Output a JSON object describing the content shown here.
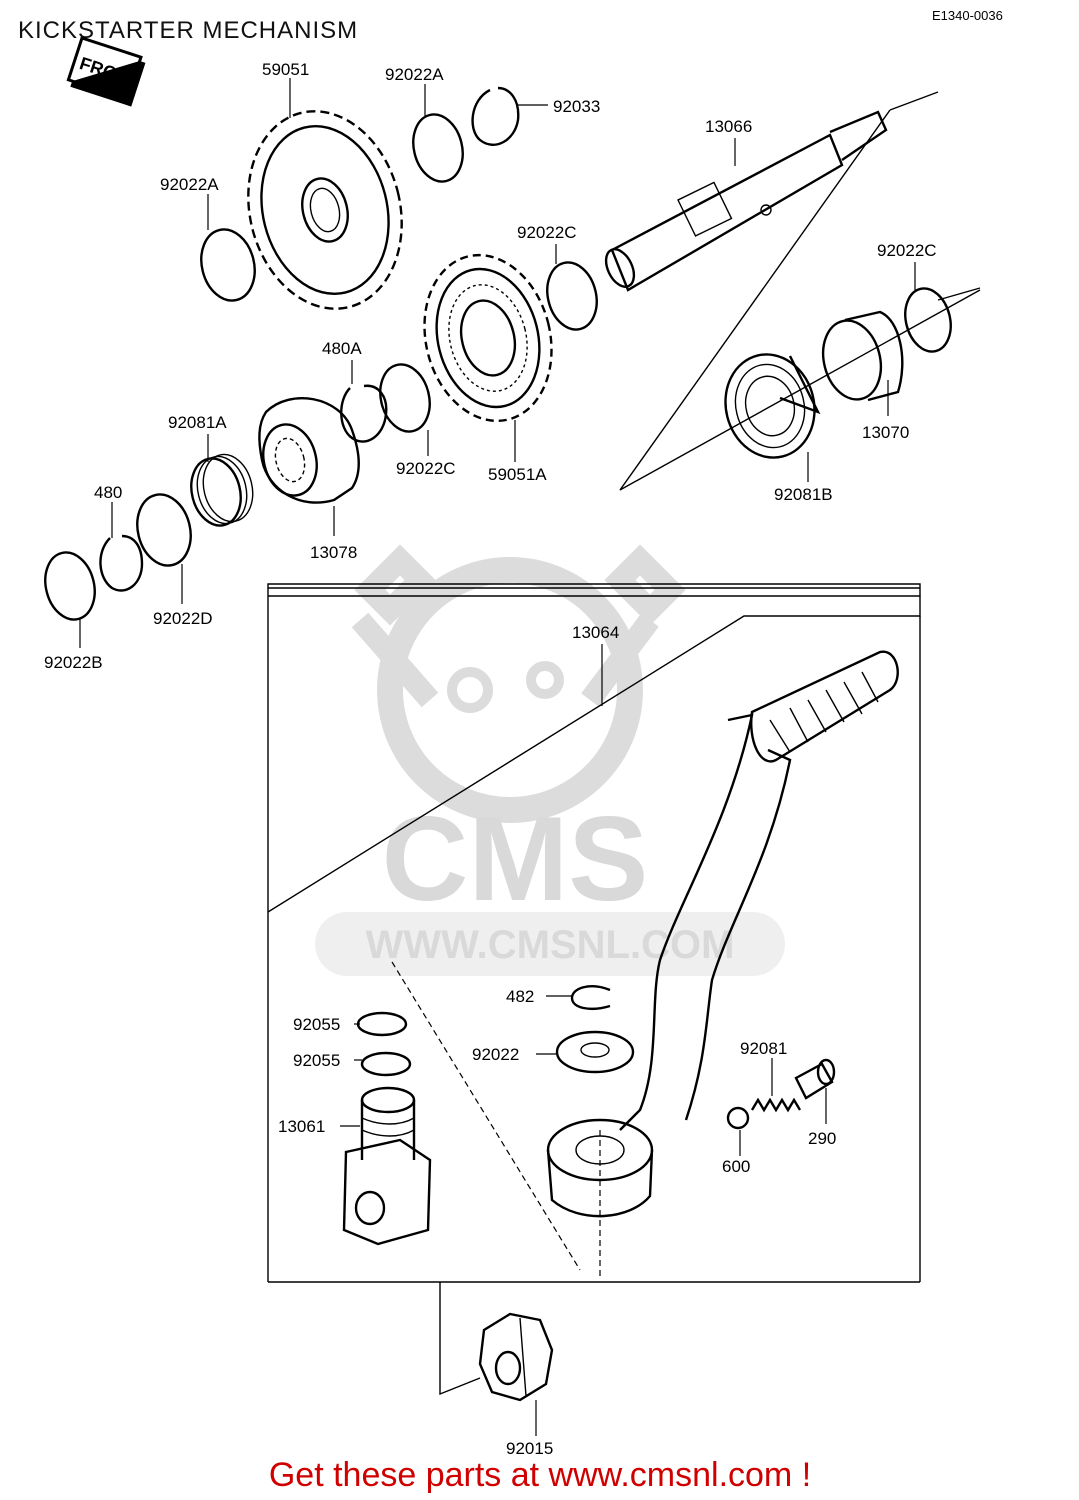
{
  "title": "KICKSTARTER MECHANISM",
  "diagram_code": "E1340-0036",
  "front_label": "FRONT",
  "watermark": {
    "logo_text": "CMS",
    "url_text": "WWW.CMSNL.COM"
  },
  "promo_text": "Get these parts at www.cmsnl.com !",
  "part_labels": {
    "p59051": "59051",
    "p92022A_top": "92022A",
    "p92033": "92033",
    "p13066": "13066",
    "p92022A_left": "92022A",
    "p92022C_mid": "92022C",
    "p92022C_right": "92022C",
    "p480A": "480A",
    "p92081A": "92081A",
    "p13070": "13070",
    "p92022C_low": "92022C",
    "p59051A": "59051A",
    "p92081B": "92081B",
    "p480": "480",
    "p13078": "13078",
    "p92022D": "92022D",
    "p92022B": "92022B",
    "p13064": "13064",
    "p482": "482",
    "p92055_a": "92055",
    "p92055_b": "92055",
    "p92022": "92022",
    "p92081": "92081",
    "p13061": "13061",
    "p290": "290",
    "p600": "600",
    "p92015": "92015"
  },
  "colors": {
    "line": "#000000",
    "watermark": "#d9d9d9",
    "promo": "#d00000"
  }
}
